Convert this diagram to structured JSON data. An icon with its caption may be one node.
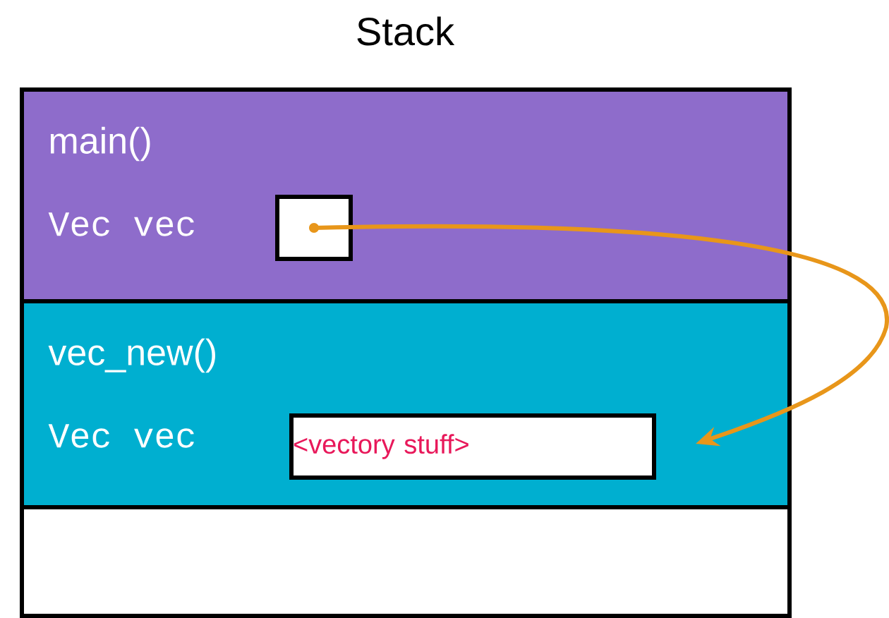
{
  "diagram": {
    "title": "Stack",
    "nodes": [
      {
        "text": [
          "main()",
          "Vec vec"
        ]
      },
      {
        "text": [],
        "shape": "box",
        "in": 0
      },
      {
        "text": [
          "vec_new()",
          "Vec vec"
        ]
      },
      {
        "text": [
          "<vectory stuff>"
        ],
        "in": 2
      },
      {
        "text": [],
        "shape": "box"
      }
    ],
    "edges": [
      {
        "from": 1,
        "to": 3,
        "arrow": "to"
      }
    ]
  }
}
